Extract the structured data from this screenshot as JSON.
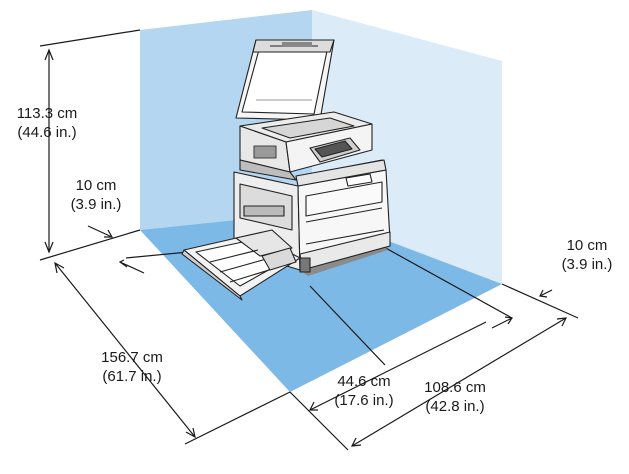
{
  "dimensions": {
    "height_total": {
      "metric": "113.3 cm",
      "imperial": "(44.6 in.)"
    },
    "rear_clearance": {
      "metric": "10 cm",
      "imperial": "(3.9 in.)"
    },
    "side_clearance": {
      "metric": "10 cm",
      "imperial": "(3.9 in.)"
    },
    "depth_total": {
      "metric": "156.7 cm",
      "imperial": "(61.7 in.)"
    },
    "printer_width": {
      "metric": "44.6 cm",
      "imperial": "(17.6 in.)"
    },
    "width_total": {
      "metric": "108.6 cm",
      "imperial": "(42.8 in.)"
    }
  },
  "colors": {
    "floor": "#7db9e6",
    "left_wall": "#b4d6f0",
    "right_wall": "#dcebf8",
    "dimension_line": "#1a1a1a",
    "printer_body": "#f2f2f2",
    "printer_outline": "#222222"
  }
}
